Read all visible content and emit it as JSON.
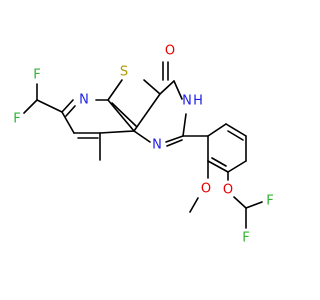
{
  "molecule": {
    "colors": {
      "C": "#000000",
      "N": "#1f1fe6",
      "O": "#e60000",
      "S": "#b39a00",
      "F": "#33b333",
      "H": "#1f1fe6"
    },
    "atom_labels": [
      {
        "id": "o_carbonyl",
        "text": "O",
        "element": "O"
      },
      {
        "id": "s_thiophene",
        "text": "S",
        "element": "S"
      },
      {
        "id": "n_pyridine",
        "text": "N",
        "element": "N"
      },
      {
        "id": "n_pyrimidine_h",
        "text": "N",
        "element": "N"
      },
      {
        "id": "h_pyrimidine",
        "text": "H",
        "element": "H"
      },
      {
        "id": "n_pyrimidine",
        "text": "N",
        "element": "N"
      },
      {
        "id": "f_top",
        "text": "F",
        "element": "F"
      },
      {
        "id": "f_left",
        "text": "F",
        "element": "F"
      },
      {
        "id": "o_methoxy",
        "text": "O",
        "element": "O"
      },
      {
        "id": "o_ether",
        "text": "O",
        "element": "O"
      },
      {
        "id": "f_right_top",
        "text": "F",
        "element": "F"
      },
      {
        "id": "f_right_bottom",
        "text": "F",
        "element": "F"
      }
    ]
  }
}
